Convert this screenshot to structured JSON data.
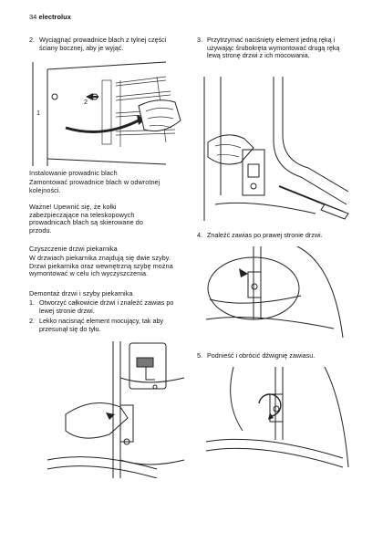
{
  "header": {
    "page_number": "34",
    "brand": "electrolux"
  },
  "left": {
    "step2": {
      "num": "2.",
      "text": "Wyciągnąć prowadnice blach z tylnej części ściany bocznej, aby je wyjąć."
    },
    "fig1_labels": {
      "one": "1",
      "two": "2"
    },
    "install_title": "Instalowanie prowadnic blach",
    "install_text": "Zamontować prowadnice blach w odwrotnej kolejności.",
    "important": "Ważne! Upewnić się, że kołki zabezpieczające na teleskopowych prowadnicach blach są skierowane do przodu.",
    "cleaning_title": "Czyszczenie drzwi piekarnika",
    "cleaning_text": "W drzwiach piekarnika znajdują się dwie szyby. Drzwi piekarnika oraz wewnętrzną szybę można wymontować w celu ich wyczyszczenia.",
    "removal_title": "Demontaż drzwi i szyby piekarnika",
    "steps": [
      {
        "num": "1.",
        "text": "Otworzyć całkowicie drzwi i znaleźć zawias po lewej stronie drzwi."
      },
      {
        "num": "2.",
        "text": "Lekko nacisnąć element mocujący, tak aby przesunął się do tyłu."
      }
    ]
  },
  "right": {
    "step3": {
      "num": "3.",
      "text": "Przytrzymać naciśnięty element jedną ręką i używając śrubokręta wymontować drugą ręką lewą stronę drzwi z ich mocowania."
    },
    "step4": {
      "num": "4.",
      "text": "Znaleźć zawias po prawej stronie drzwi."
    },
    "step5": {
      "num": "5.",
      "text": "Podnieść i obrócić dźwignię zawiasu."
    }
  },
  "figures": [
    {
      "icon": "shelf-runner-removal-illustration"
    },
    {
      "icon": "door-hinge-press-illustration"
    },
    {
      "icon": "screwdriver-door-removal-illustration"
    },
    {
      "icon": "right-hinge-illustration"
    },
    {
      "icon": "hinge-lever-rotation-illustration"
    }
  ]
}
